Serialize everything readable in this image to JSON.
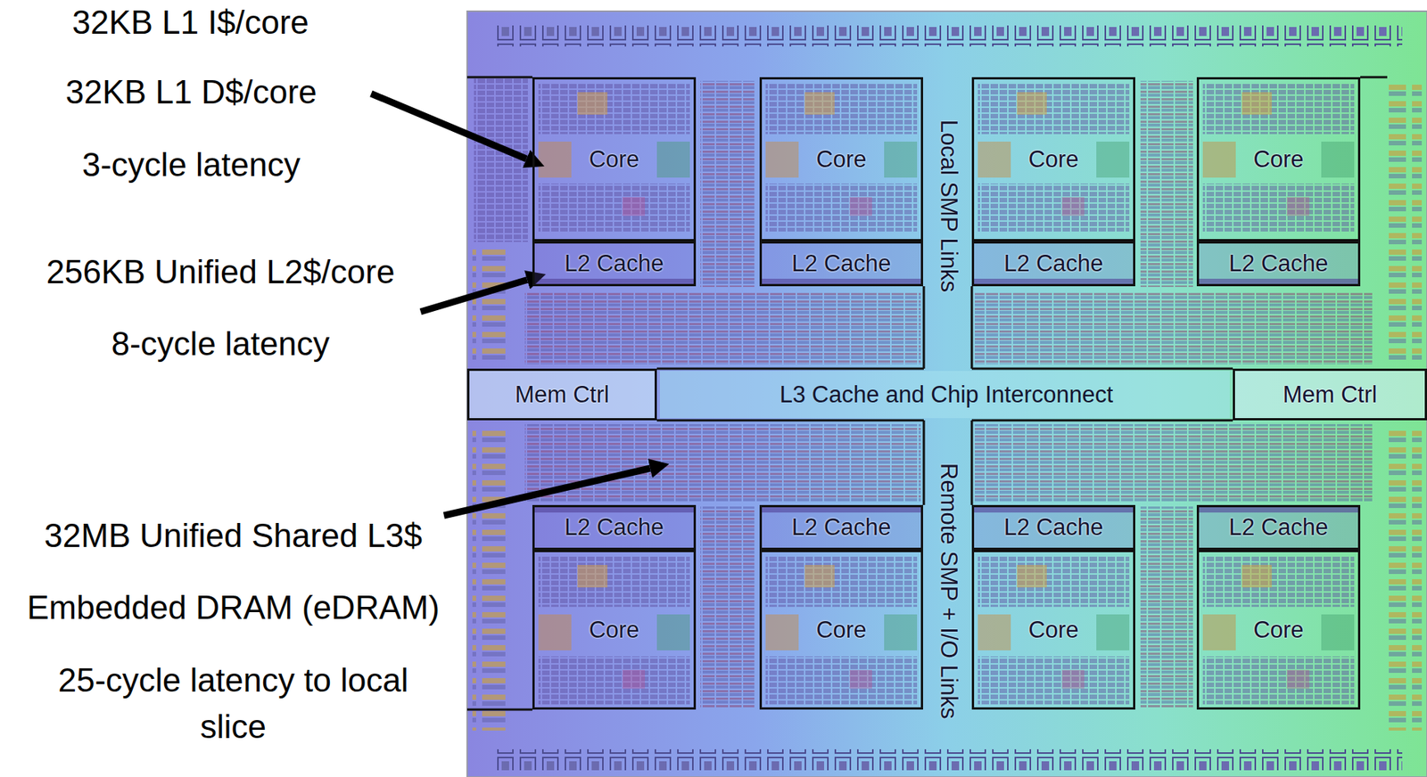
{
  "diagram": {
    "nodes": [
      {
        "text": [
          "Core"
        ]
      },
      {
        "text": [
          "Core"
        ]
      },
      {
        "text": [
          "Core"
        ]
      },
      {
        "text": [
          "Core"
        ]
      },
      {
        "text": [
          "L2 Cache"
        ]
      },
      {
        "text": [
          "L2 Cache"
        ]
      },
      {
        "text": [
          "L2 Cache"
        ]
      },
      {
        "text": [
          "L2 Cache"
        ]
      },
      {
        "text": [
          "Mem Ctrl"
        ]
      },
      {
        "text": [
          "Mem Ctrl"
        ]
      },
      {
        "text": [
          "L2 Cache"
        ]
      },
      {
        "text": [
          "L2 Cache"
        ]
      },
      {
        "text": [
          "L2 Cache"
        ]
      },
      {
        "text": [
          "L2 Cache"
        ]
      },
      {
        "text": [
          "Core"
        ]
      },
      {
        "text": [
          "Core"
        ]
      },
      {
        "text": [
          "Core"
        ]
      },
      {
        "text": [
          "Core"
        ]
      }
    ],
    "labels": [
      "32KB L1 I$/core",
      "32KB L1 D$/core",
      "3-cycle latency",
      "256KB Unified L2$/core",
      "8-cycle latency",
      "Local SMP Links",
      "L3 Cache and Chip Interconnect",
      "32MB Unified Shared L3$",
      "Embedded DRAM (eDRAM)",
      "Remote SMP + I/O Links",
      "25-cycle latency to local slice"
    ]
  }
}
